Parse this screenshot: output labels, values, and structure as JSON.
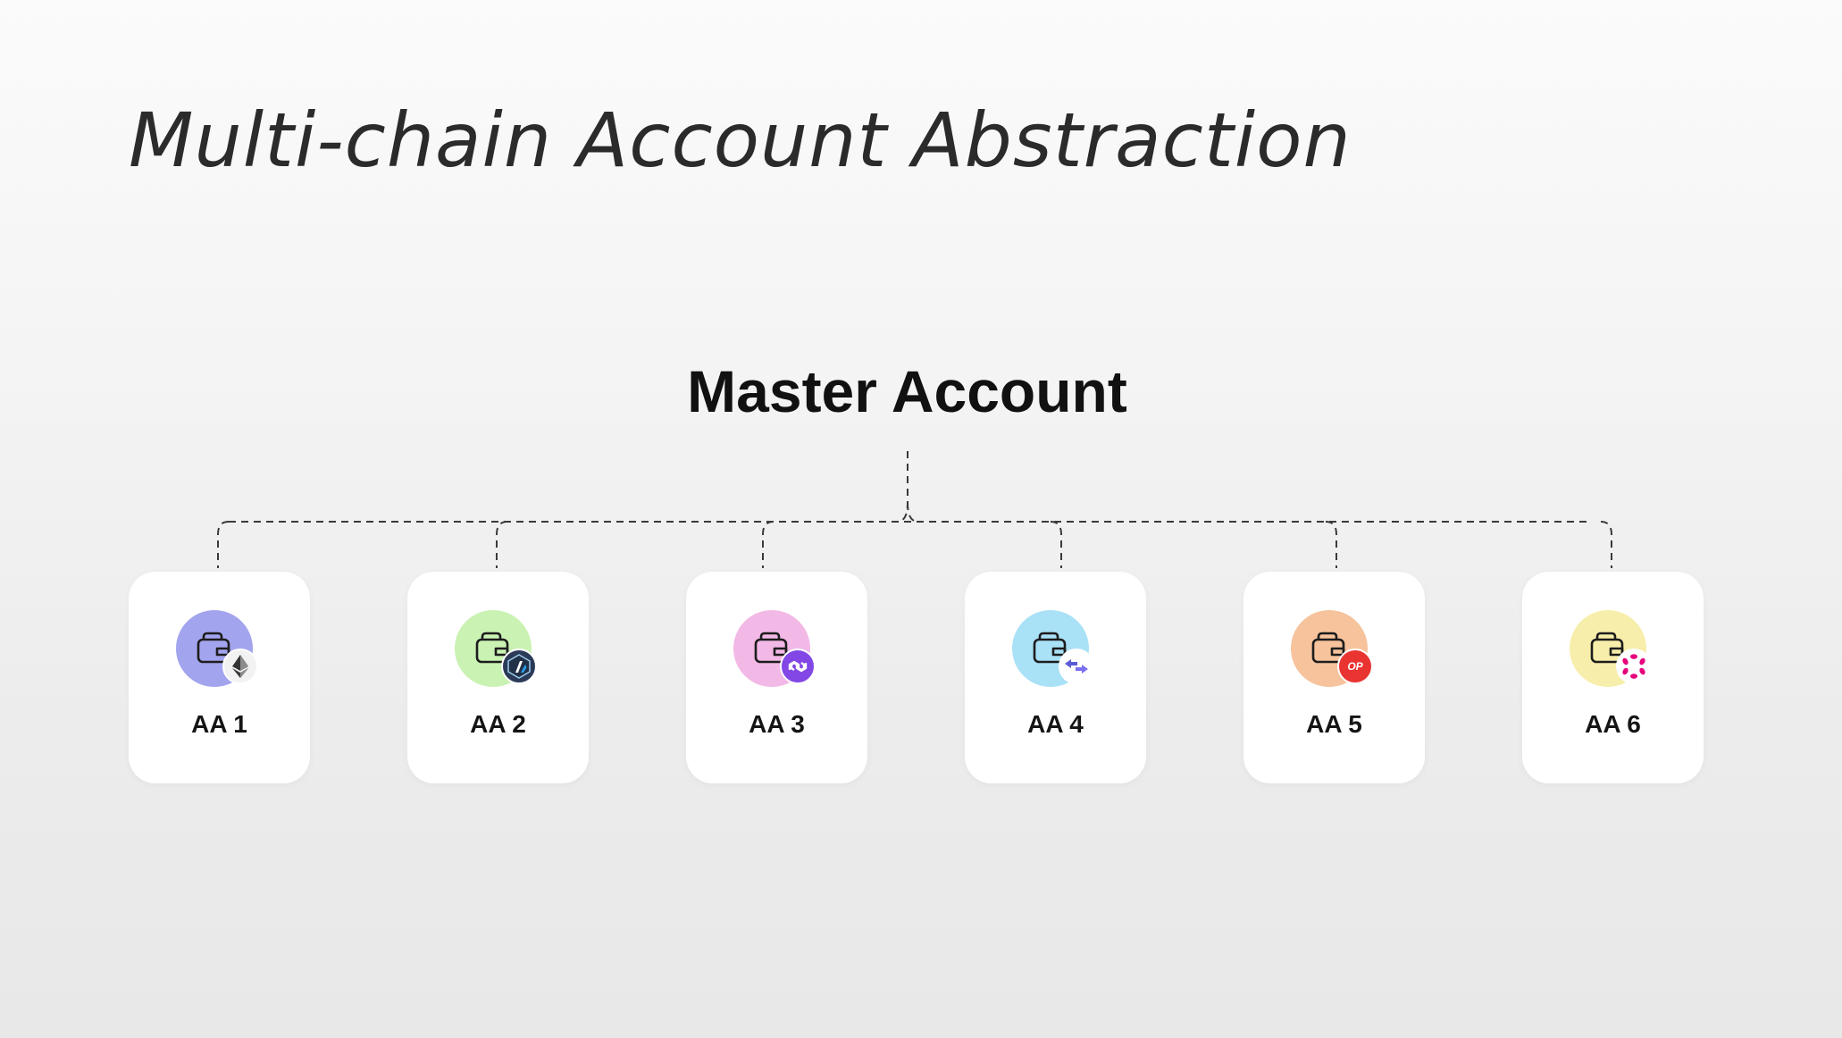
{
  "title": "Multi-chain Account Abstraction",
  "master": {
    "label": "Master Account"
  },
  "accounts": [
    {
      "label": "AA 1",
      "color": "#a3a4ee",
      "chain_icon": "ethereum-icon",
      "badge_bg": "#f2f2f2"
    },
    {
      "label": "AA 2",
      "color": "#c9f2b3",
      "chain_icon": "arbitrum-icon",
      "badge_bg": "#2b3a57"
    },
    {
      "label": "AA 3",
      "color": "#f2b8e6",
      "chain_icon": "polygon-icon",
      "badge_bg": "#8247e5"
    },
    {
      "label": "AA 4",
      "color": "#a9e1f7",
      "chain_icon": "bridge-arrows-icon",
      "badge_bg": "#ffffff"
    },
    {
      "label": "AA 5",
      "color": "#f6c39c",
      "chain_icon": "optimism-icon",
      "badge_bg": "#ea3431",
      "badge_text": "OP"
    },
    {
      "label": "AA 6",
      "color": "#f8eeab",
      "chain_icon": "polkadot-icon",
      "badge_bg": "#ffffff"
    }
  ]
}
